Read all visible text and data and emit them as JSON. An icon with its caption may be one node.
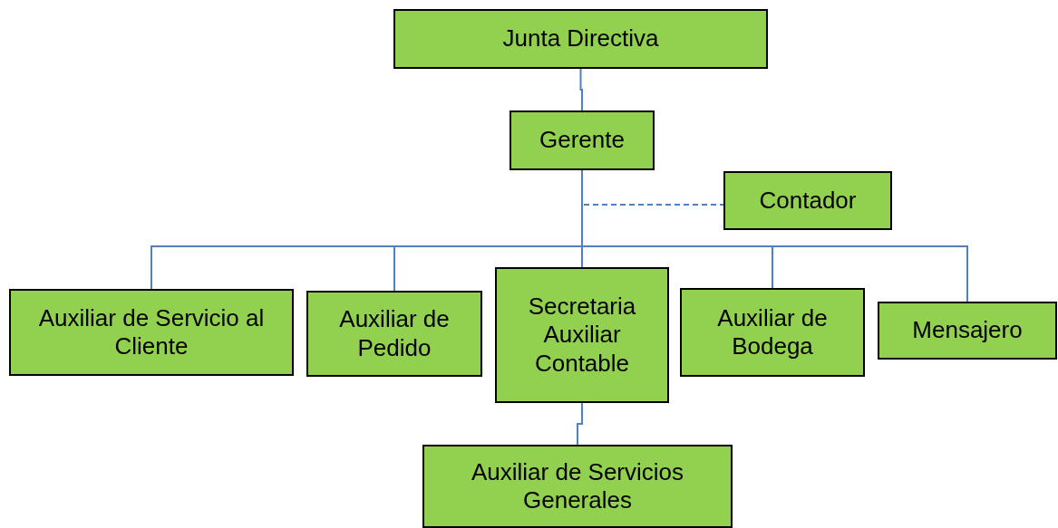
{
  "diagram": {
    "nodes": [
      {
        "text": [
          "Junta Directiva"
        ]
      },
      {
        "text": [
          "Gerente"
        ]
      },
      {
        "text": [
          "Contador"
        ]
      },
      {
        "text": [
          "Auxiliar de Servicio al Cliente"
        ]
      },
      {
        "text": [
          "Auxiliar de Pedido"
        ]
      },
      {
        "text": [
          "Secretaria Auxiliar Contable"
        ]
      },
      {
        "text": [
          "Auxiliar de Bodega"
        ]
      },
      {
        "text": [
          "Mensajero"
        ]
      },
      {
        "text": [
          "Auxiliar de Servicios Generales"
        ]
      }
    ],
    "edges": [
      {
        "from": 0,
        "to": 1,
        "arrow": "none"
      },
      {
        "from": 1,
        "to": 2,
        "arrow": "none",
        "style": "dashed"
      },
      {
        "from": 1,
        "to": 3,
        "arrow": "none"
      },
      {
        "from": 1,
        "to": 4,
        "arrow": "none"
      },
      {
        "from": 1,
        "to": 5,
        "arrow": "none"
      },
      {
        "from": 1,
        "to": 6,
        "arrow": "none"
      },
      {
        "from": 1,
        "to": 7,
        "arrow": "none"
      },
      {
        "from": 5,
        "to": 8,
        "arrow": "none"
      }
    ]
  }
}
